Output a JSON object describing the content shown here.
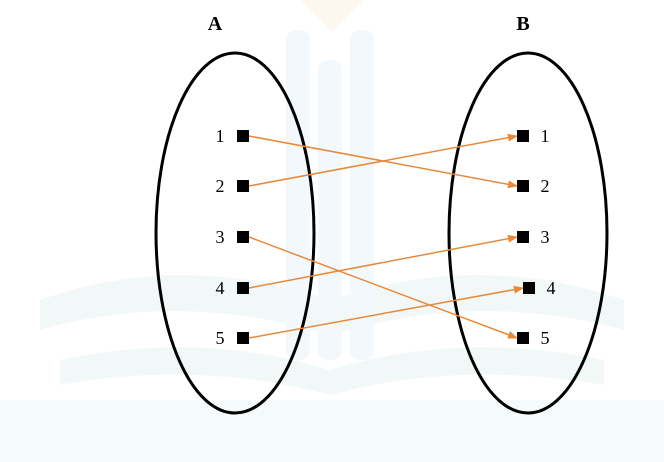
{
  "diagram": {
    "set_a": {
      "title": "A",
      "elements": [
        "1",
        "2",
        "3",
        "4",
        "5"
      ]
    },
    "set_b": {
      "title": "B",
      "elements": [
        "1",
        "2",
        "3",
        "4",
        "5"
      ]
    },
    "mapping": [
      {
        "from": "1",
        "to": "2"
      },
      {
        "from": "2",
        "to": "1"
      },
      {
        "from": "3",
        "to": "5"
      },
      {
        "from": "4",
        "to": "3"
      },
      {
        "from": "5",
        "to": "4"
      }
    ],
    "colors": {
      "arrow": "#E8893A",
      "ellipse": "#000000",
      "marker": "#000000",
      "watermark": "#E6F2F3"
    }
  }
}
